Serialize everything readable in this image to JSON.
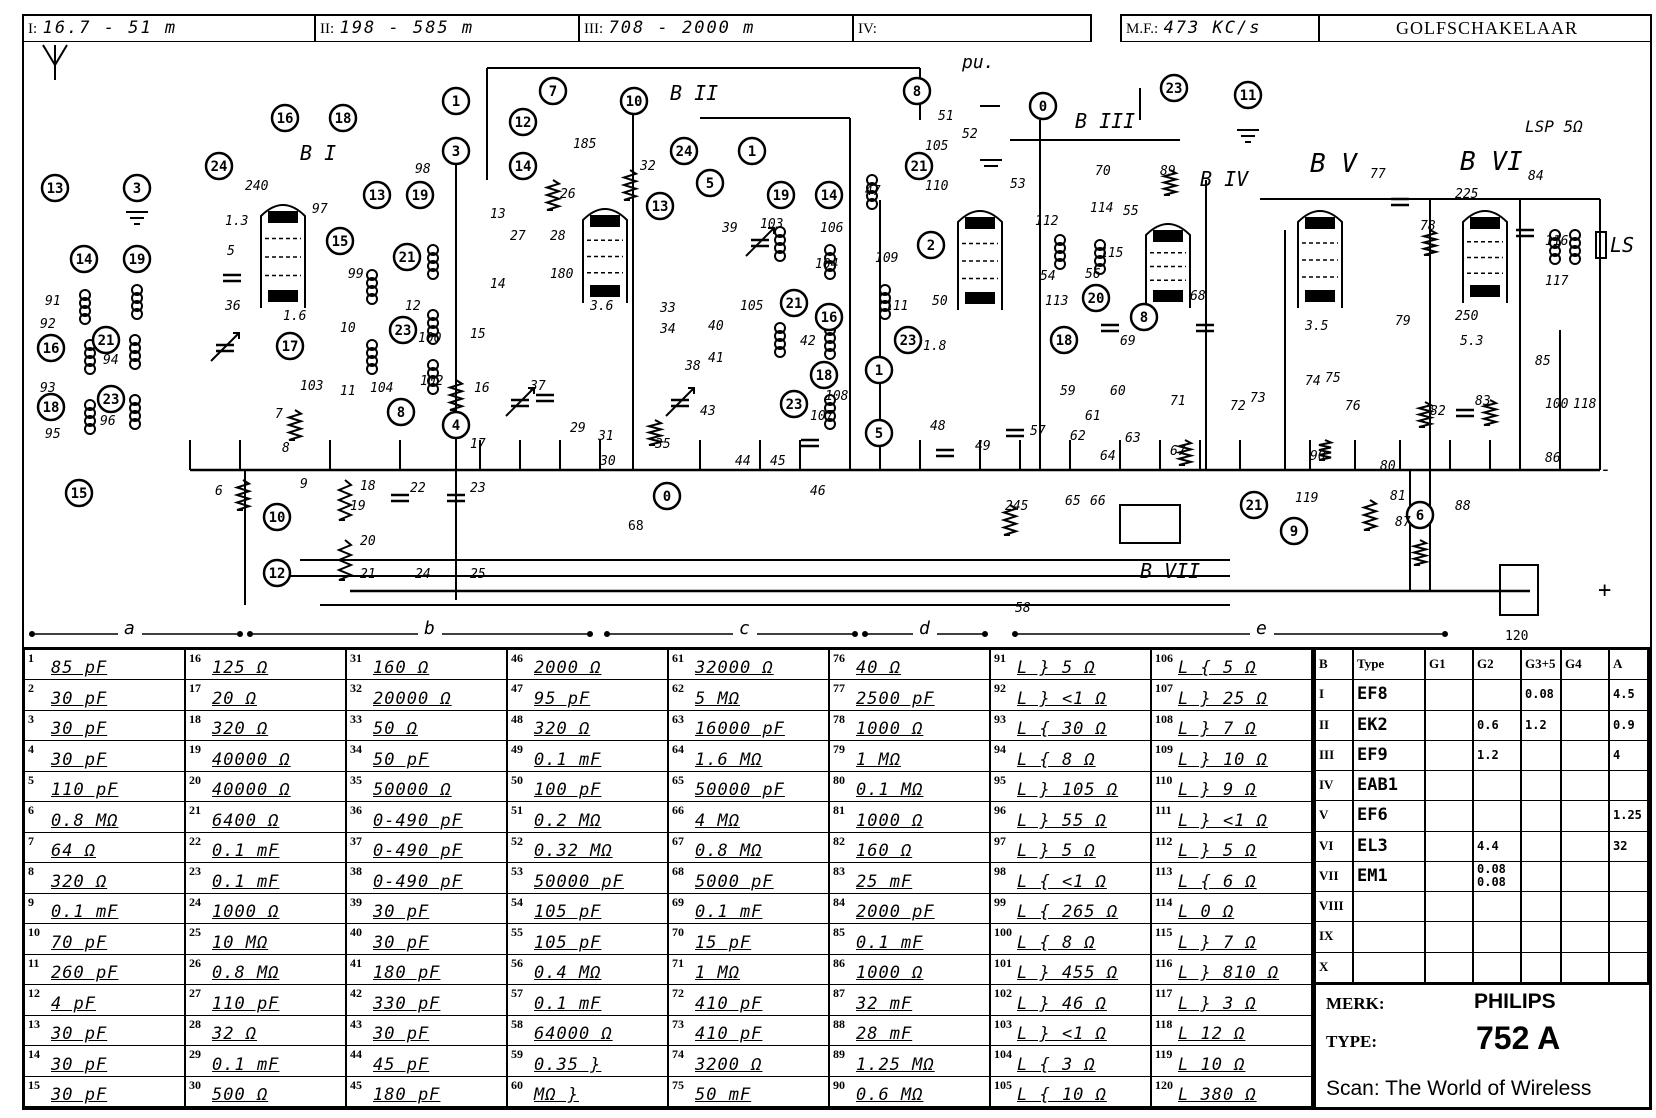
{
  "header": {
    "band1_key": "I:",
    "band1_value": "16.7 - 51 m",
    "band2_key": "II:",
    "band2_value": "198 - 585 m",
    "band3_key": "III:",
    "band3_value": "708 - 2000 m",
    "band4_key": "IV:",
    "band4_value": "",
    "mf_key": "M.F.:",
    "mf_value": "473 KC/s",
    "switch_title": "GOLFSCHAKELAAR"
  },
  "schematic": {
    "tube_labels": [
      "B I",
      "B II",
      "B III",
      "B IV",
      "B V",
      "B VI",
      "B VII"
    ],
    "terminals": [
      "13",
      "3",
      "14",
      "19",
      "16",
      "21",
      "18",
      "23",
      "15",
      "24",
      "16",
      "18",
      "13",
      "19",
      "15",
      "21",
      "17",
      "23",
      "1",
      "3",
      "4",
      "8",
      "12",
      "14",
      "7",
      "10",
      "13",
      "24",
      "5",
      "1",
      "19",
      "21",
      "23",
      "16",
      "14",
      "18",
      "10",
      "12",
      "8",
      "21",
      "2",
      "0",
      "23",
      "11",
      "23",
      "1",
      "5",
      "18",
      "8",
      "20",
      "21",
      "9",
      "6",
      "0"
    ],
    "component_labels": [
      "91",
      "92",
      "93",
      "94",
      "95",
      "96",
      "1.3",
      "5",
      "6",
      "36",
      "240",
      "1.6",
      "7",
      "8",
      "9",
      "103",
      "97",
      "98",
      "99",
      "10",
      "11",
      "12",
      "100",
      "104",
      "102",
      "13",
      "14",
      "15",
      "16",
      "17",
      "18",
      "19",
      "20",
      "21",
      "22",
      "23",
      "24",
      "25",
      "27",
      "28",
      "180",
      "26",
      "185",
      "32",
      "3.6",
      "33",
      "34",
      "35",
      "37",
      "38",
      "29",
      "30",
      "31",
      "39",
      "103",
      "105",
      "42",
      "40",
      "41",
      "43",
      "44",
      "45",
      "106",
      "107",
      "104",
      "108",
      "46",
      "47",
      "109",
      "111",
      "110",
      "105",
      "50",
      "1.8",
      "48",
      "49",
      "51",
      "52",
      "53",
      "245",
      "57",
      "58",
      "70",
      "89",
      "112",
      "114",
      "55",
      "54",
      "56",
      "113",
      "115",
      "59",
      "60",
      "61",
      "62",
      "63",
      "64",
      "65",
      "66",
      "67",
      "68",
      "69",
      "71",
      "72",
      "73",
      "74",
      "75",
      "76",
      "90",
      "119",
      "3.5",
      "77",
      "78",
      "79",
      "80",
      "81",
      "225",
      "84",
      "116",
      "117",
      "5.3",
      "82",
      "83",
      "250",
      "85",
      "100",
      "118",
      "86",
      "87",
      "88"
    ],
    "misc_labels": {
      "pickup": "pu.",
      "speaker": "LSP 5Ω",
      "speaker_short": "LS",
      "choke": "120",
      "plus": "+",
      "minus": "-",
      "tap": "68"
    },
    "sections": [
      "a",
      "b",
      "c",
      "d",
      "e"
    ]
  },
  "parts": [
    "85 pF",
    "30 pF",
    "30 pF",
    "30 pF",
    "110 pF",
    "0.8 MΩ",
    "64 Ω",
    "320 Ω",
    "0.1 mF",
    "70 pF",
    "260 pF",
    "4 pF",
    "30 pF",
    "30 pF",
    "30 pF",
    "125 Ω",
    "20 Ω",
    "320 Ω",
    "40000 Ω",
    "40000 Ω",
    "6400 Ω",
    "0.1 mF",
    "0.1 mF",
    "1000 Ω",
    "10 MΩ",
    "0.8 MΩ",
    "110 pF",
    "32 Ω",
    "0.1 mF",
    "500 Ω",
    "160 Ω",
    "20000 Ω",
    "50 Ω",
    "50 pF",
    "50000 Ω",
    "0-490 pF",
    "0-490 pF",
    "0-490 pF",
    "30 pF",
    "30 pF",
    "180 pF",
    "330 pF",
    "30 pF",
    "45 pF",
    "180 pF",
    "2000 Ω",
    "95 pF",
    "320 Ω",
    "0.1 mF",
    "100 pF",
    "0.2 MΩ",
    "0.32 MΩ",
    "50000 pF",
    "105 pF",
    "105 pF",
    "0.4 MΩ",
    "0.1 mF",
    "64000 Ω",
    "0.35 }",
    "MΩ }",
    "32000 Ω",
    "5 MΩ",
    "16000 pF",
    "1.6 MΩ",
    "50000 pF",
    "4 MΩ",
    "0.8 MΩ",
    "5000 pF",
    "0.1 mF",
    "15 pF",
    "1 MΩ",
    "410 pF",
    "410 pF",
    "3200 Ω",
    "50 mF",
    "40 Ω",
    "2500 pF",
    "1000 Ω",
    "1 MΩ",
    "0.1 MΩ",
    "1000 Ω",
    "160 Ω",
    "25 mF",
    "2000 pF",
    "0.1 mF",
    "1000 Ω",
    "32 mF",
    "28 mF",
    "1.25 MΩ",
    "0.6 MΩ",
    "L } 5 Ω",
    "L } <1 Ω",
    "L { 30 Ω",
    "L { 8 Ω",
    "L } 105 Ω",
    "L } 55 Ω",
    "L } 5 Ω",
    "L { <1 Ω",
    "L { 265 Ω",
    "L { 8 Ω",
    "L } 455 Ω",
    "L } 46 Ω",
    "L } <1 Ω",
    "L { 3 Ω",
    "L { 10 Ω",
    "L { 5 Ω",
    "L } 25 Ω",
    "L } 7 Ω",
    "L } 10 Ω",
    "L } 9 Ω",
    "L } <1 Ω",
    "L } 5 Ω",
    "L { 6 Ω",
    "L 0 Ω",
    "L } 7 Ω",
    "L } 810 Ω",
    "L } 3 Ω",
    "L 12 Ω",
    "L 10 Ω",
    "L 380 Ω"
  ],
  "tube_table": {
    "headers": [
      "B",
      "Type",
      "G1",
      "G2",
      "G3+5",
      "G4",
      "A"
    ],
    "rows": [
      [
        "I",
        "EF8",
        "",
        "",
        "0.08",
        "",
        "4.5"
      ],
      [
        "II",
        "EK2",
        "",
        "0.6",
        "1.2",
        "",
        "0.9"
      ],
      [
        "III",
        "EF9",
        "",
        "1.2",
        "",
        "",
        "4"
      ],
      [
        "IV",
        "EAB1",
        "",
        "",
        "",
        "",
        ""
      ],
      [
        "V",
        "EF6",
        "",
        "",
        "",
        "",
        "1.25"
      ],
      [
        "VI",
        "EL3",
        "",
        "4.4",
        "",
        "",
        "32"
      ],
      [
        "VII",
        "EM1",
        "",
        "0.08 0.08",
        "",
        "",
        ""
      ],
      [
        "VIII",
        "",
        "",
        "",
        "",
        "",
        ""
      ],
      [
        "IX",
        "",
        "",
        "",
        "",
        "",
        ""
      ],
      [
        "X",
        "",
        "",
        "",
        "",
        "",
        ""
      ]
    ]
  },
  "info": {
    "merk_label": "MERK:",
    "merk_value": "PHILIPS",
    "type_label": "TYPE:",
    "type_value": "752 A",
    "scan_credit": "Scan: The World of Wireless"
  }
}
